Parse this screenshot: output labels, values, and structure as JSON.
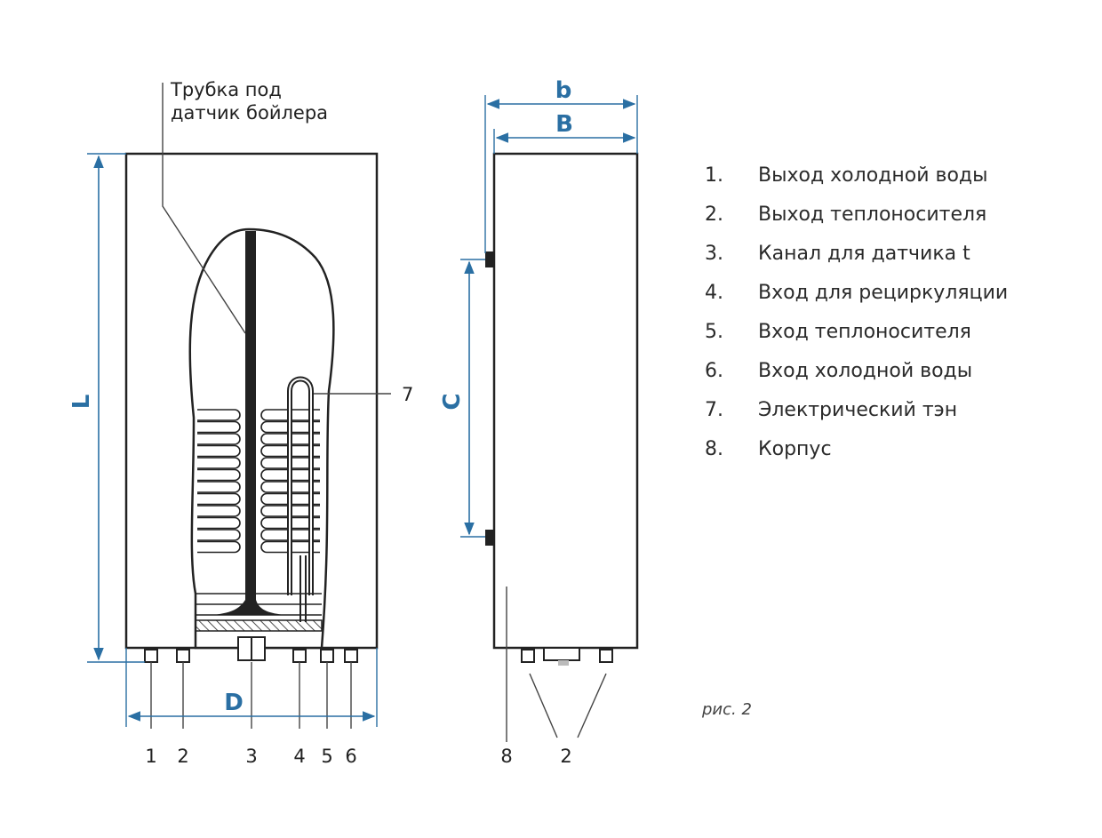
{
  "front_view": {
    "sensor_tube_label_line1": "Трубка под",
    "sensor_tube_label_line2": "датчик бойлера",
    "callout_7": "7",
    "dim_L": "L",
    "dim_D": "D",
    "bottom_numbers": [
      "1",
      "2",
      "3",
      "4",
      "5",
      "6"
    ]
  },
  "side_view": {
    "dim_b": "b",
    "dim_B": "B",
    "dim_C": "C",
    "number_8": "8",
    "number_2": "2"
  },
  "legend": [
    {
      "num": "1.",
      "text": "Выход холодной воды"
    },
    {
      "num": "2.",
      "text": "Выход теплоносителя"
    },
    {
      "num": "3.",
      "text": "Канал для датчика t"
    },
    {
      "num": "4.",
      "text": "Вход для рециркуляции"
    },
    {
      "num": "5.",
      "text": "Вход теплоносителя"
    },
    {
      "num": "6.",
      "text": "Вход холодной воды"
    },
    {
      "num": "7.",
      "text": "Электрический тэн"
    },
    {
      "num": "8.",
      "text": "Корпус"
    }
  ],
  "caption": "рис. 2",
  "colors": {
    "dimension": "#2a6fa3",
    "outline": "#222222"
  }
}
